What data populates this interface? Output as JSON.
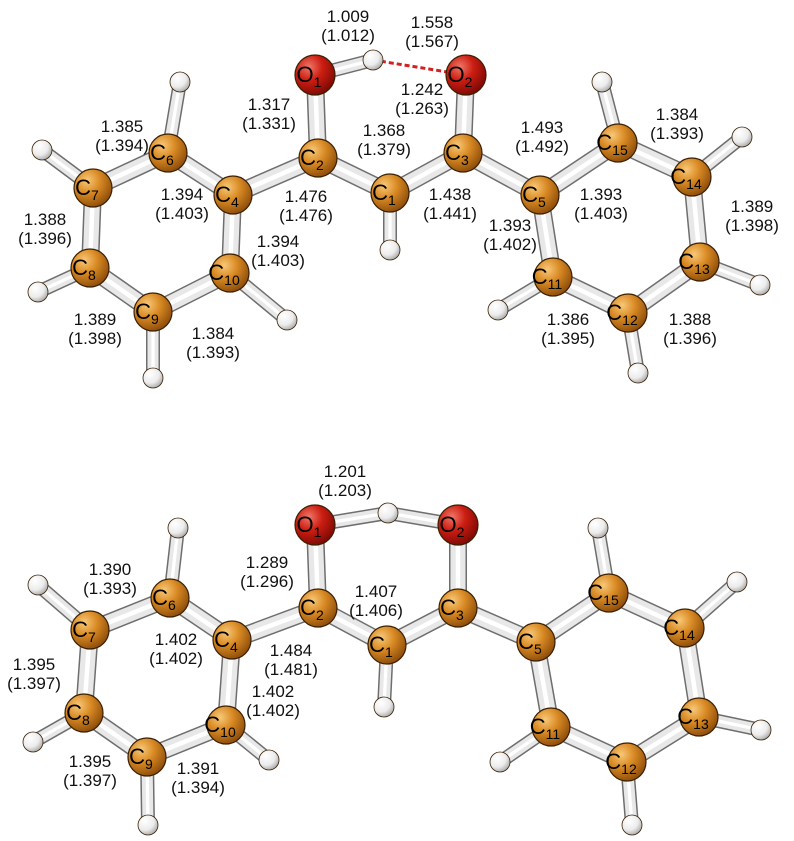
{
  "colors": {
    "carbon": "#c87414",
    "oxygen": "#c8160e",
    "hydrogen": "#f2f2f2",
    "bond": "#e8e8e8",
    "hbond": "#d42020",
    "label": "#111111"
  },
  "molecules": [
    {
      "id": "top",
      "atoms": [
        {
          "id": "O1",
          "el": "O",
          "sym": "O",
          "sub": "1"
        },
        {
          "id": "O2",
          "el": "O",
          "sym": "O",
          "sub": "2"
        },
        {
          "id": "C1",
          "el": "C",
          "sym": "C",
          "sub": "1"
        },
        {
          "id": "C2",
          "el": "C",
          "sym": "C",
          "sub": "2"
        },
        {
          "id": "C3",
          "el": "C",
          "sym": "C",
          "sub": "3"
        },
        {
          "id": "C4",
          "el": "C",
          "sym": "C",
          "sub": "4"
        },
        {
          "id": "C5",
          "el": "C",
          "sym": "C",
          "sub": "5"
        },
        {
          "id": "C6",
          "el": "C",
          "sym": "C",
          "sub": "6"
        },
        {
          "id": "C7",
          "el": "C",
          "sym": "C",
          "sub": "7"
        },
        {
          "id": "C8",
          "el": "C",
          "sym": "C",
          "sub": "8"
        },
        {
          "id": "C9",
          "el": "C",
          "sym": "C",
          "sub": "9"
        },
        {
          "id": "C10",
          "el": "C",
          "sym": "C",
          "sub": "10"
        },
        {
          "id": "C11",
          "el": "C",
          "sym": "C",
          "sub": "11"
        },
        {
          "id": "C12",
          "el": "C",
          "sym": "C",
          "sub": "12"
        },
        {
          "id": "C13",
          "el": "C",
          "sym": "C",
          "sub": "13"
        },
        {
          "id": "C14",
          "el": "C",
          "sym": "C",
          "sub": "14"
        },
        {
          "id": "C15",
          "el": "C",
          "sym": "C",
          "sub": "15"
        },
        {
          "id": "H_O",
          "el": "H"
        },
        {
          "id": "H_C1",
          "el": "H"
        },
        {
          "id": "H_C6",
          "el": "H"
        },
        {
          "id": "H_C7",
          "el": "H"
        },
        {
          "id": "H_C8",
          "el": "H"
        },
        {
          "id": "H_C9",
          "el": "H"
        },
        {
          "id": "H_C10",
          "el": "H"
        },
        {
          "id": "H_C11",
          "el": "H"
        },
        {
          "id": "H_C12",
          "el": "H"
        },
        {
          "id": "H_C13",
          "el": "H"
        },
        {
          "id": "H_C14",
          "el": "H"
        },
        {
          "id": "H_C15",
          "el": "H"
        }
      ],
      "bonds": [
        [
          "O1",
          "C2"
        ],
        [
          "O2",
          "C3"
        ],
        [
          "C1",
          "C2"
        ],
        [
          "C1",
          "C3"
        ],
        [
          "C2",
          "C4"
        ],
        [
          "C3",
          "C5"
        ],
        [
          "C4",
          "C6"
        ],
        [
          "C6",
          "C7"
        ],
        [
          "C7",
          "C8"
        ],
        [
          "C8",
          "C9"
        ],
        [
          "C9",
          "C10"
        ],
        [
          "C10",
          "C4"
        ],
        [
          "C5",
          "C15"
        ],
        [
          "C15",
          "C14"
        ],
        [
          "C14",
          "C13"
        ],
        [
          "C13",
          "C12"
        ],
        [
          "C12",
          "C11"
        ],
        [
          "C11",
          "C5"
        ],
        [
          "O1",
          "H_O"
        ],
        [
          "C1",
          "H_C1"
        ],
        [
          "C6",
          "H_C6"
        ],
        [
          "C7",
          "H_C7"
        ],
        [
          "C8",
          "H_C8"
        ],
        [
          "C9",
          "H_C9"
        ],
        [
          "C10",
          "H_C10"
        ],
        [
          "C11",
          "H_C11"
        ],
        [
          "C12",
          "H_C12"
        ],
        [
          "C13",
          "H_C13"
        ],
        [
          "C14",
          "H_C14"
        ],
        [
          "C15",
          "H_C15"
        ]
      ],
      "hbond": [
        "H_O",
        "O2"
      ],
      "labels": [
        {
          "id": "l_OH",
          "text": [
            "1.009",
            "(1.012)"
          ]
        },
        {
          "id": "l_HO2",
          "text": [
            "1.558",
            "(1.567)"
          ]
        },
        {
          "id": "l_C3O2",
          "text": [
            "1.242",
            "(1.263)"
          ]
        },
        {
          "id": "l_C2O1",
          "text": [
            "1.317",
            "(1.331)"
          ]
        },
        {
          "id": "l_C1C2",
          "text": [
            "1.368",
            "(1.379)"
          ]
        },
        {
          "id": "l_C6C7",
          "text": [
            "1.385",
            "(1.394)"
          ]
        },
        {
          "id": "l_C4C6",
          "text": [
            "1.394",
            "(1.403)"
          ]
        },
        {
          "id": "l_C2C4",
          "text": [
            "1.476",
            "(1.476)"
          ]
        },
        {
          "id": "l_C1C3",
          "text": [
            "1.438",
            "(1.441)"
          ]
        },
        {
          "id": "l_C3C5",
          "text": [
            "1.493",
            "(1.492)"
          ]
        },
        {
          "id": "l_C14C15",
          "text": [
            "1.384",
            "(1.393)"
          ]
        },
        {
          "id": "l_C5C15",
          "text": [
            "1.393",
            "(1.403)"
          ]
        },
        {
          "id": "l_C13C14",
          "text": [
            "1.389",
            "(1.398)"
          ]
        },
        {
          "id": "l_C7C8",
          "text": [
            "1.388",
            "(1.396)"
          ]
        },
        {
          "id": "l_C4C10",
          "text": [
            "1.394",
            "(1.403)"
          ]
        },
        {
          "id": "l_C5C11",
          "text": [
            "1.393",
            "(1.402)"
          ]
        },
        {
          "id": "l_C8C9",
          "text": [
            "1.389",
            "(1.398)"
          ]
        },
        {
          "id": "l_C9C10",
          "text": [
            "1.384",
            "(1.393)"
          ]
        },
        {
          "id": "l_C11C12",
          "text": [
            "1.386",
            "(1.395)"
          ]
        },
        {
          "id": "l_C12C13",
          "text": [
            "1.388",
            "(1.396)"
          ]
        }
      ]
    },
    {
      "id": "bottom",
      "atoms": [
        {
          "id": "O1",
          "el": "O",
          "sym": "O",
          "sub": "1"
        },
        {
          "id": "O2",
          "el": "O",
          "sym": "O",
          "sub": "2"
        },
        {
          "id": "C1",
          "el": "C",
          "sym": "C",
          "sub": "1"
        },
        {
          "id": "C2",
          "el": "C",
          "sym": "C",
          "sub": "2"
        },
        {
          "id": "C3",
          "el": "C",
          "sym": "C",
          "sub": "3"
        },
        {
          "id": "C4",
          "el": "C",
          "sym": "C",
          "sub": "4"
        },
        {
          "id": "C5",
          "el": "C",
          "sym": "C",
          "sub": "5"
        },
        {
          "id": "C6",
          "el": "C",
          "sym": "C",
          "sub": "6"
        },
        {
          "id": "C7",
          "el": "C",
          "sym": "C",
          "sub": "7"
        },
        {
          "id": "C8",
          "el": "C",
          "sym": "C",
          "sub": "8"
        },
        {
          "id": "C9",
          "el": "C",
          "sym": "C",
          "sub": "9"
        },
        {
          "id": "C10",
          "el": "C",
          "sym": "C",
          "sub": "10"
        },
        {
          "id": "C11",
          "el": "C",
          "sym": "C",
          "sub": "11"
        },
        {
          "id": "C12",
          "el": "C",
          "sym": "C",
          "sub": "12"
        },
        {
          "id": "C13",
          "el": "C",
          "sym": "C",
          "sub": "13"
        },
        {
          "id": "C14",
          "el": "C",
          "sym": "C",
          "sub": "14"
        },
        {
          "id": "C15",
          "el": "C",
          "sym": "C",
          "sub": "15"
        },
        {
          "id": "H_O",
          "el": "H"
        },
        {
          "id": "H_C1",
          "el": "H"
        },
        {
          "id": "H_C6",
          "el": "H"
        },
        {
          "id": "H_C7",
          "el": "H"
        },
        {
          "id": "H_C8",
          "el": "H"
        },
        {
          "id": "H_C9",
          "el": "H"
        },
        {
          "id": "H_C10",
          "el": "H"
        },
        {
          "id": "H_C11",
          "el": "H"
        },
        {
          "id": "H_C12",
          "el": "H"
        },
        {
          "id": "H_C13",
          "el": "H"
        },
        {
          "id": "H_C14",
          "el": "H"
        },
        {
          "id": "H_C15",
          "el": "H"
        }
      ],
      "bonds": [
        [
          "O1",
          "C2"
        ],
        [
          "O2",
          "C3"
        ],
        [
          "C1",
          "C2"
        ],
        [
          "C1",
          "C3"
        ],
        [
          "C2",
          "C4"
        ],
        [
          "C3",
          "C5"
        ],
        [
          "C4",
          "C6"
        ],
        [
          "C6",
          "C7"
        ],
        [
          "C7",
          "C8"
        ],
        [
          "C8",
          "C9"
        ],
        [
          "C9",
          "C10"
        ],
        [
          "C10",
          "C4"
        ],
        [
          "C5",
          "C15"
        ],
        [
          "C15",
          "C14"
        ],
        [
          "C14",
          "C13"
        ],
        [
          "C13",
          "C12"
        ],
        [
          "C12",
          "C11"
        ],
        [
          "C11",
          "C5"
        ],
        [
          "O1",
          "H_O"
        ],
        [
          "O2",
          "H_O"
        ],
        [
          "C1",
          "H_C1"
        ],
        [
          "C6",
          "H_C6"
        ],
        [
          "C7",
          "H_C7"
        ],
        [
          "C8",
          "H_C8"
        ],
        [
          "C9",
          "H_C9"
        ],
        [
          "C10",
          "H_C10"
        ],
        [
          "C11",
          "H_C11"
        ],
        [
          "C12",
          "H_C12"
        ],
        [
          "C13",
          "H_C13"
        ],
        [
          "C14",
          "H_C14"
        ],
        [
          "C15",
          "H_C15"
        ]
      ],
      "labels": [
        {
          "id": "l_OH",
          "text": [
            "1.201",
            "(1.203)"
          ]
        },
        {
          "id": "l_C6C7",
          "text": [
            "1.390",
            "(1.393)"
          ]
        },
        {
          "id": "l_C2O1",
          "text": [
            "1.289",
            "(1.296)"
          ]
        },
        {
          "id": "l_C1C2",
          "text": [
            "1.407",
            "(1.406)"
          ]
        },
        {
          "id": "l_C4C6",
          "text": [
            "1.402",
            "(1.402)"
          ]
        },
        {
          "id": "l_C2C4",
          "text": [
            "1.484",
            "(1.481)"
          ]
        },
        {
          "id": "l_C7C8",
          "text": [
            "1.395",
            "(1.397)"
          ]
        },
        {
          "id": "l_C4C10",
          "text": [
            "1.402",
            "(1.402)"
          ]
        },
        {
          "id": "l_C8C9",
          "text": [
            "1.395",
            "(1.397)"
          ]
        },
        {
          "id": "l_C9C10",
          "text": [
            "1.391",
            "(1.394)"
          ]
        }
      ]
    }
  ]
}
